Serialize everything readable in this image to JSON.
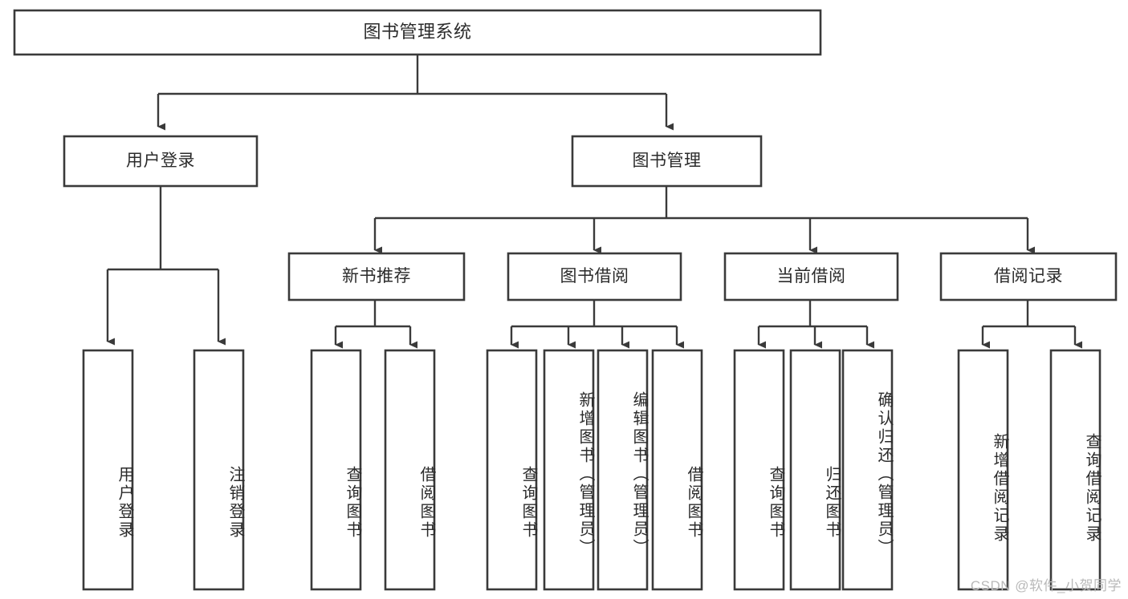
{
  "diagram": {
    "title": "图书管理系统",
    "type": "hierarchy-tree",
    "colors": {
      "background": "#ffffff",
      "stroke": "#3a3a3a",
      "box_fill": "#ffffff",
      "text": "#2b2b2b",
      "watermark": "#b9b9b9"
    },
    "root": {
      "label": "图书管理系统"
    },
    "level2": [
      {
        "label": "用户登录"
      },
      {
        "label": "图书管理"
      }
    ],
    "level3": [
      {
        "label": "新书推荐"
      },
      {
        "label": "图书借阅"
      },
      {
        "label": "当前借阅"
      },
      {
        "label": "借阅记录"
      }
    ],
    "leaves": [
      {
        "label": "用户登录",
        "parent": "用户登录"
      },
      {
        "label": "注销登录",
        "parent": "用户登录"
      },
      {
        "label": "查询图书",
        "parent": "新书推荐"
      },
      {
        "label": "借阅图书",
        "parent": "新书推荐"
      },
      {
        "label": "查询图书",
        "parent": "图书借阅"
      },
      {
        "label": "新增图书（管理员）",
        "parent": "图书借阅"
      },
      {
        "label": "编辑图书（管理员）",
        "parent": "图书借阅"
      },
      {
        "label": "借阅图书",
        "parent": "图书借阅"
      },
      {
        "label": "查询图书",
        "parent": "当前借阅"
      },
      {
        "label": "归还图书",
        "parent": "当前借阅"
      },
      {
        "label": "确认归还（管理员）",
        "parent": "当前借阅"
      },
      {
        "label": "新增借阅记录",
        "parent": "借阅记录"
      },
      {
        "label": "查询借阅记录",
        "parent": "借阅记录"
      }
    ],
    "watermark": "CSDN @软件_小贺同学"
  }
}
